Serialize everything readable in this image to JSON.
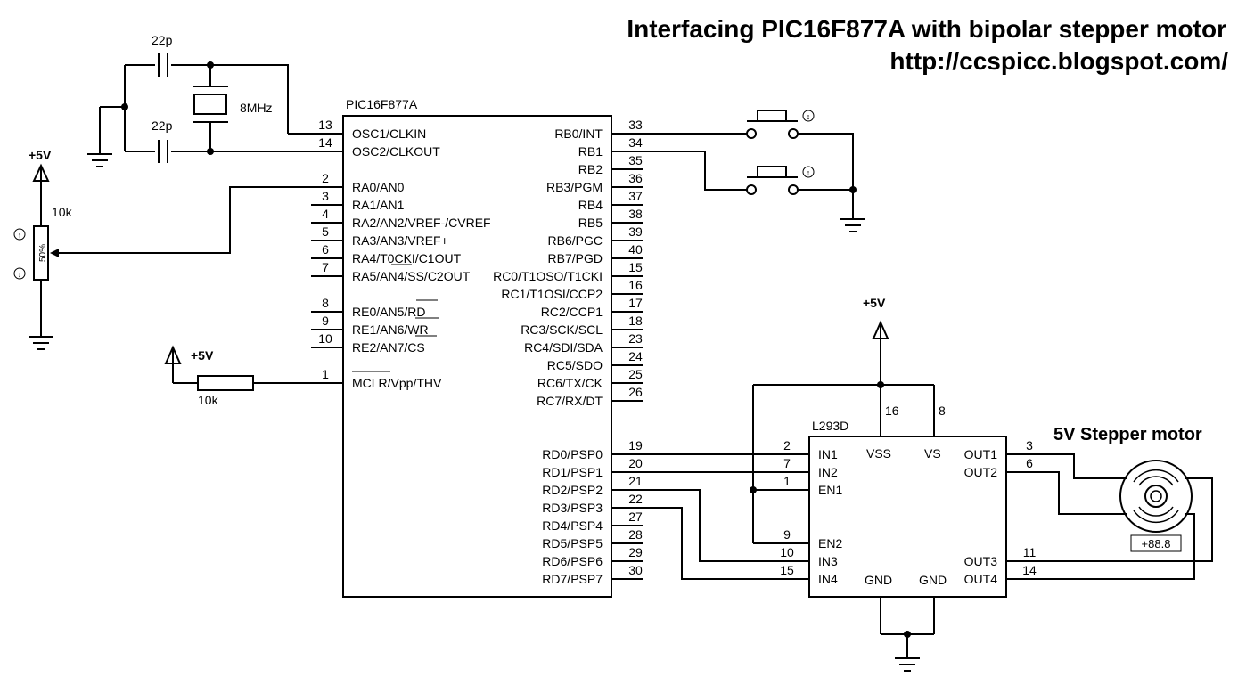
{
  "header": {
    "title": "Interfacing PIC16F877A with bipolar stepper motor",
    "url": "http://ccspicc.blogspot.com/"
  },
  "mcu": {
    "name": "PIC16F877A",
    "left_pins": [
      {
        "num": "13",
        "label": "OSC1/CLKIN"
      },
      {
        "num": "14",
        "label": "OSC2/CLKOUT"
      },
      {
        "num": "2",
        "label": "RA0/AN0"
      },
      {
        "num": "3",
        "label": "RA1/AN1"
      },
      {
        "num": "4",
        "label": "RA2/AN2/VREF-/CVREF"
      },
      {
        "num": "5",
        "label": "RA3/AN3/VREF+"
      },
      {
        "num": "6",
        "label": "RA4/T0CKI/C1OUT"
      },
      {
        "num": "7",
        "label": "RA5/AN4/SS/C2OUT"
      },
      {
        "num": "8",
        "label": "RE0/AN5/RD"
      },
      {
        "num": "9",
        "label": "RE1/AN6/WR"
      },
      {
        "num": "10",
        "label": "RE2/AN7/CS"
      },
      {
        "num": "1",
        "label": "MCLR/Vpp/THV"
      }
    ],
    "right_pins": [
      {
        "num": "33",
        "label": "RB0/INT"
      },
      {
        "num": "34",
        "label": "RB1"
      },
      {
        "num": "35",
        "label": "RB2"
      },
      {
        "num": "36",
        "label": "RB3/PGM"
      },
      {
        "num": "37",
        "label": "RB4"
      },
      {
        "num": "38",
        "label": "RB5"
      },
      {
        "num": "39",
        "label": "RB6/PGC"
      },
      {
        "num": "40",
        "label": "RB7/PGD"
      },
      {
        "num": "15",
        "label": "RC0/T1OSO/T1CKI"
      },
      {
        "num": "16",
        "label": "RC1/T1OSI/CCP2"
      },
      {
        "num": "17",
        "label": "RC2/CCP1"
      },
      {
        "num": "18",
        "label": "RC3/SCK/SCL"
      },
      {
        "num": "23",
        "label": "RC4/SDI/SDA"
      },
      {
        "num": "24",
        "label": "RC5/SDO"
      },
      {
        "num": "25",
        "label": "RC6/TX/CK"
      },
      {
        "num": "26",
        "label": "RC7/RX/DT"
      },
      {
        "num": "19",
        "label": "RD0/PSP0"
      },
      {
        "num": "20",
        "label": "RD1/PSP1"
      },
      {
        "num": "21",
        "label": "RD2/PSP2"
      },
      {
        "num": "22",
        "label": "RD3/PSP3"
      },
      {
        "num": "27",
        "label": "RD4/PSP4"
      },
      {
        "num": "28",
        "label": "RD5/PSP5"
      },
      {
        "num": "29",
        "label": "RD6/PSP6"
      },
      {
        "num": "30",
        "label": "RD7/PSP7"
      }
    ]
  },
  "driver": {
    "name": "L293D",
    "left_pins": [
      {
        "num": "2",
        "label": "IN1"
      },
      {
        "num": "7",
        "label": "IN2"
      },
      {
        "num": "1",
        "label": "EN1"
      },
      {
        "num": "9",
        "label": "EN2"
      },
      {
        "num": "10",
        "label": "IN3"
      },
      {
        "num": "15",
        "label": "IN4"
      }
    ],
    "right_pins": [
      {
        "num": "3",
        "label": "OUT1"
      },
      {
        "num": "6",
        "label": "OUT2"
      },
      {
        "num": "11",
        "label": "OUT3"
      },
      {
        "num": "14",
        "label": "OUT4"
      }
    ],
    "top_pins": [
      {
        "num": "16",
        "label": "VSS"
      },
      {
        "num": "8",
        "label": "VS"
      }
    ],
    "bottom_labels": [
      "GND",
      "GND"
    ]
  },
  "components": {
    "cap_top": "22p",
    "cap_bottom": "22p",
    "crystal": "8MHz",
    "pot_value": "10k",
    "pot_setting": "50%",
    "resistor_value": "10k",
    "supply_pot": "+5V",
    "supply_mclr": "+5V",
    "supply_driver": "+5V",
    "motor_label": "5V Stepper motor",
    "motor_readout": "+88.8"
  },
  "colors": {
    "wire": "#000000",
    "background": "#ffffff"
  }
}
